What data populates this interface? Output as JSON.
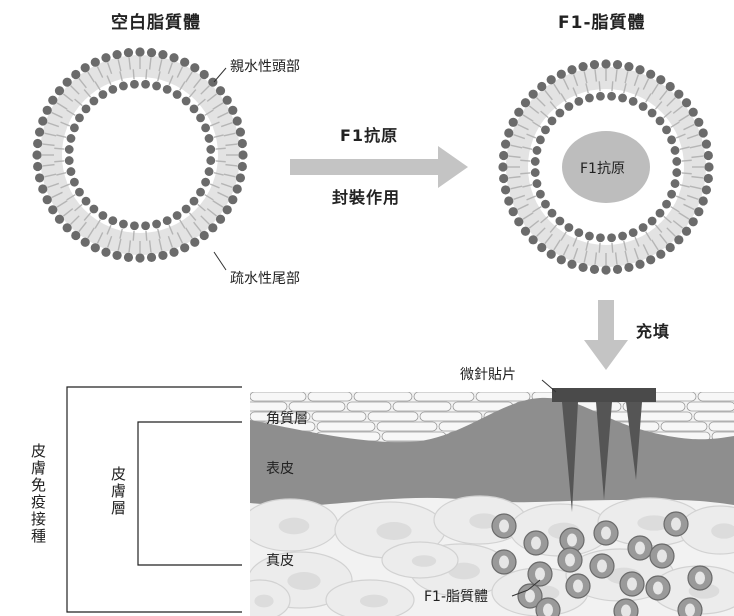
{
  "left_liposome": {
    "title": "空白脂質體",
    "hydrophilic_label": "親水性頭部",
    "hydrophobic_label": "疏水性尾部"
  },
  "process_arrow": {
    "top_label": "F1抗原",
    "bottom_label": "封裝作用"
  },
  "right_liposome": {
    "title": "F1-脂質體",
    "core_label": "F1抗原"
  },
  "fill_arrow": {
    "label": "充填"
  },
  "skin": {
    "patch_label": "微針貼片",
    "stratum_corneum": "角質層",
    "epidermis": "表皮",
    "dermis": "真皮",
    "skin_layer_bracket": "皮膚層",
    "immunization_bracket": "皮膚免疫接種",
    "particles_label": "F1-脂質體"
  },
  "colors": {
    "head": "#6b6b6b",
    "tail": "#b5b5b5",
    "arrow": "#bdbdbd",
    "epidermis": "#8e8e8e",
    "needle": "#4a4a4a"
  }
}
